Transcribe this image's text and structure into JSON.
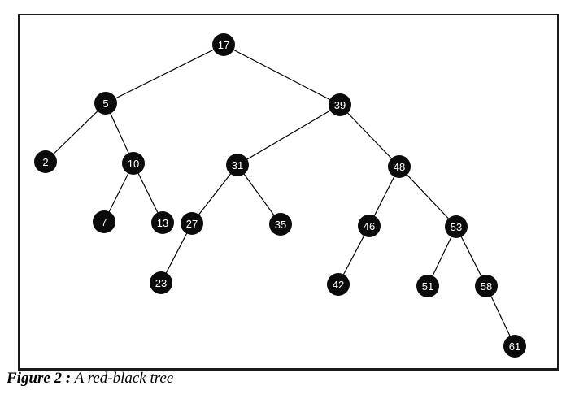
{
  "figure": {
    "label": "Figure 2 :",
    "title": "A red-black tree"
  },
  "tree": {
    "root": "17",
    "nodes": [
      "17",
      "5",
      "39",
      "2",
      "10",
      "7",
      "13",
      "31",
      "48",
      "27",
      "35",
      "23",
      "46",
      "53",
      "42",
      "51",
      "58",
      "61"
    ],
    "edges": [
      [
        "17",
        "5"
      ],
      [
        "17",
        "39"
      ],
      [
        "5",
        "2"
      ],
      [
        "5",
        "10"
      ],
      [
        "10",
        "7"
      ],
      [
        "10",
        "13"
      ],
      [
        "39",
        "31"
      ],
      [
        "39",
        "48"
      ],
      [
        "31",
        "27"
      ],
      [
        "31",
        "35"
      ],
      [
        "27",
        "23"
      ],
      [
        "48",
        "46"
      ],
      [
        "48",
        "53"
      ],
      [
        "46",
        "42"
      ],
      [
        "53",
        "51"
      ],
      [
        "53",
        "58"
      ],
      [
        "58",
        "61"
      ]
    ],
    "node_color": "#0b0b0b",
    "label_color": "#ffffff",
    "edge_color": "#000000"
  }
}
